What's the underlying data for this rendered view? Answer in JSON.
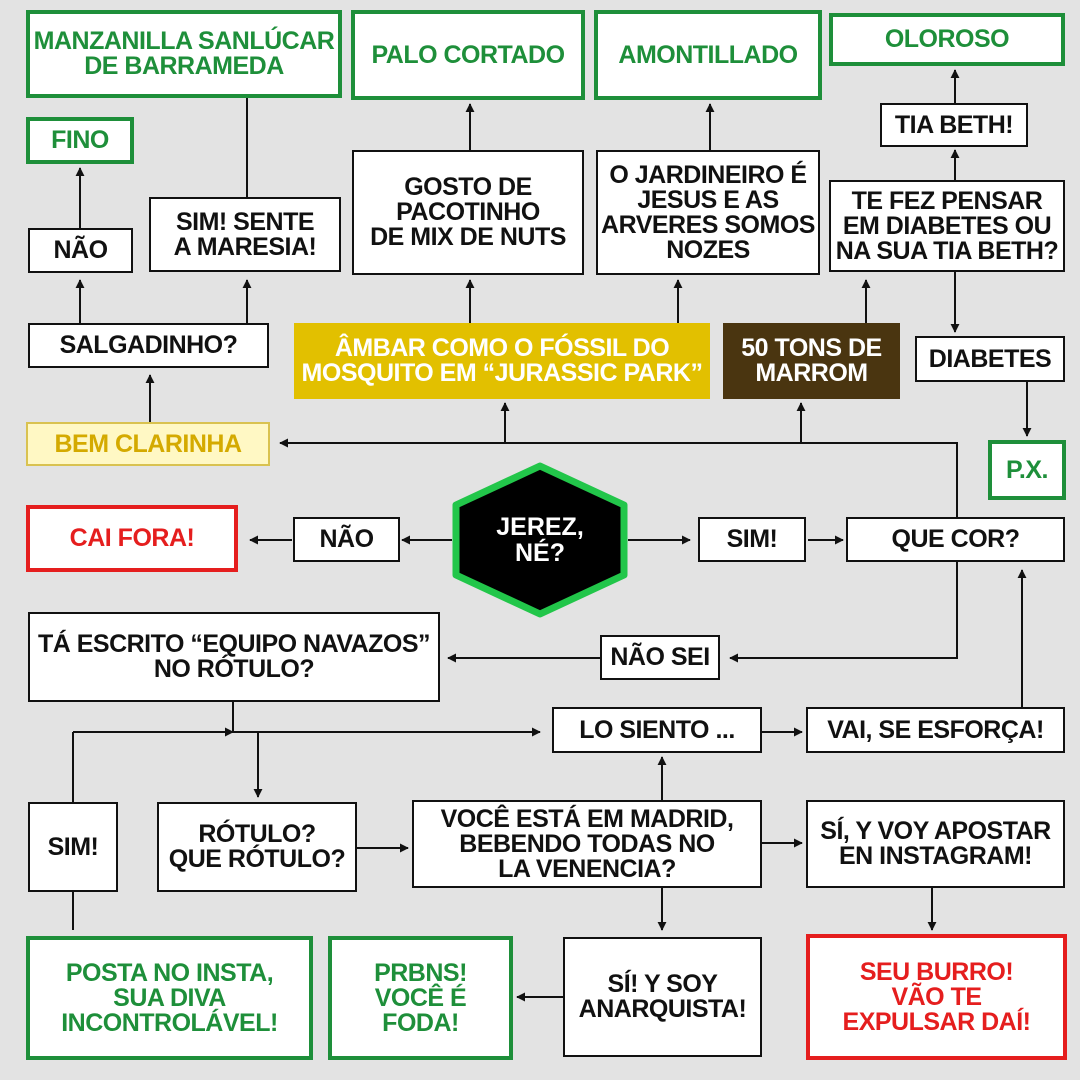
{
  "nodes": {
    "start": "JEREZ,\nNÉ?",
    "nao_main": "NÃO",
    "cai_fora": "CAI FORA!",
    "sim_main": "SIM!",
    "que_cor": "QUE COR?",
    "bem_clarinha": "BEM CLARINHA",
    "salgadinho": "SALGADINHO?",
    "nao_salg": "NÃO",
    "fino": "FINO",
    "sim_maresia": "SIM! SENTE\nA MARESIA!",
    "manzanilla": "MANZANILLA SANLÚCAR\nDE BARRAMEDA",
    "ambar": "ÂMBAR COMO O FÓSSIL DO\nMOSQUITO EM “JURASSIC PARK”",
    "gosto": "GOSTO DE\nPACOTINHO\nDE MIX DE NUTS",
    "palo_cortado": "PALO CORTADO",
    "jardineiro": "O JARDINEIRO É\nJESUS E AS\nARVERES SOMOS\nNOZES",
    "amontillado": "AMONTILLADO",
    "cinquenta": "50 TONS DE\nMARROM",
    "te_fez": "TE FEZ PENSAR\nEM DIABETES OU\nNA SUA TIA BETH?",
    "tia_beth": "TIA BETH!",
    "oloroso": "OLOROSO",
    "diabetes": "DIABETES",
    "px": "P.X.",
    "nao_sei": "NÃO SEI",
    "equipo": "TÁ ESCRITO “EQUIPO NAVAZOS”\nNO RÓTULO?",
    "sim_equipo": "SIM!",
    "rotulo": "RÓTULO?\nQUE RÓTULO?",
    "lo_siento": "LO SIENTO ...",
    "vai": "VAI, SE ESFORÇA!",
    "madrid": "VOCÊ ESTÁ EM MADRID,\nBEBENDO TODAS NO\nLA VENENCIA?",
    "si_voy": "SÍ, Y VOY APOSTAR\nEN INSTAGRAM!",
    "si_soy": "SÍ! Y SOY\nANARQUISTA!",
    "posta": "POSTA NO INSTA,\nSUA DIVA\nINCONTROLÁVEL!",
    "prbns": "PRBNS!\nVOCÊ É\nFODA!",
    "seu_burro": "SEU BURRO!\nVÃO TE\nEXPULSAR DAÍ!"
  },
  "colors": {
    "background": "#e3e3e3",
    "outcome_green": "#1e8f3a",
    "outcome_red": "#e51e1e",
    "light_yellow": "#fff8c4",
    "amber": "#e2c000",
    "brown": "#4a3510",
    "start_fill": "#000000",
    "start_border": "#22c64a"
  }
}
